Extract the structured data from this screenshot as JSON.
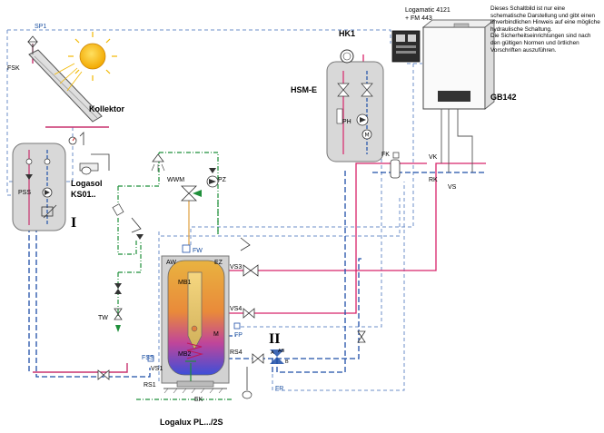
{
  "note": {
    "line1": "Dieses Schaltbild ist nur eine schematische Darstellung und gibt einen unverbindlichen Hinweis auf eine mögliche hydraulische Schaltung.",
    "line2": "Die Sicherheitseinrichtungen sind nach den gültigen Normen und örtlichen Vorschriften auszuführen."
  },
  "labels": {
    "sp1": "SP1",
    "fsk": "FSK",
    "kollektor": "Kollektor",
    "logasol": "Logasol",
    "ks01": "KS01..",
    "pss": "PSS",
    "roman1": "I",
    "roman2": "II",
    "wwm": "WWM",
    "pz": "PZ",
    "fw": "FW",
    "aw": "AW",
    "ez": "EZ",
    "mb1": "MB1",
    "mb2": "MB2",
    "m": "M",
    "vs3": "VS3",
    "vs4": "VS4",
    "vs1": "VS1",
    "rs4": "RS4",
    "rs1": "RS1",
    "fp": "FP",
    "fss": "FSS",
    "ek": "EK",
    "tw": "TW",
    "fr": "FR",
    "ab": "AB",
    "a": "A",
    "b": "B",
    "hk1": "HK1",
    "hsme": "HSM-E",
    "ph": "PH",
    "fk": "FK",
    "vk": "VK",
    "rk": "RK",
    "vs": "VS",
    "logamatic1": "Logamatic 4121",
    "logamatic2": "+ FM 443",
    "gb142": "GB142",
    "logalux": "Logalux PL.../2S"
  },
  "colors": {
    "solar": "#c8326e",
    "heating_flow": "#d8246a",
    "heating_return": "#1f4fa8",
    "cold_water": "#1f8f3a",
    "control": "#6e8fc8",
    "hot_water": "#e0a040",
    "module": "#d8d8d8"
  }
}
